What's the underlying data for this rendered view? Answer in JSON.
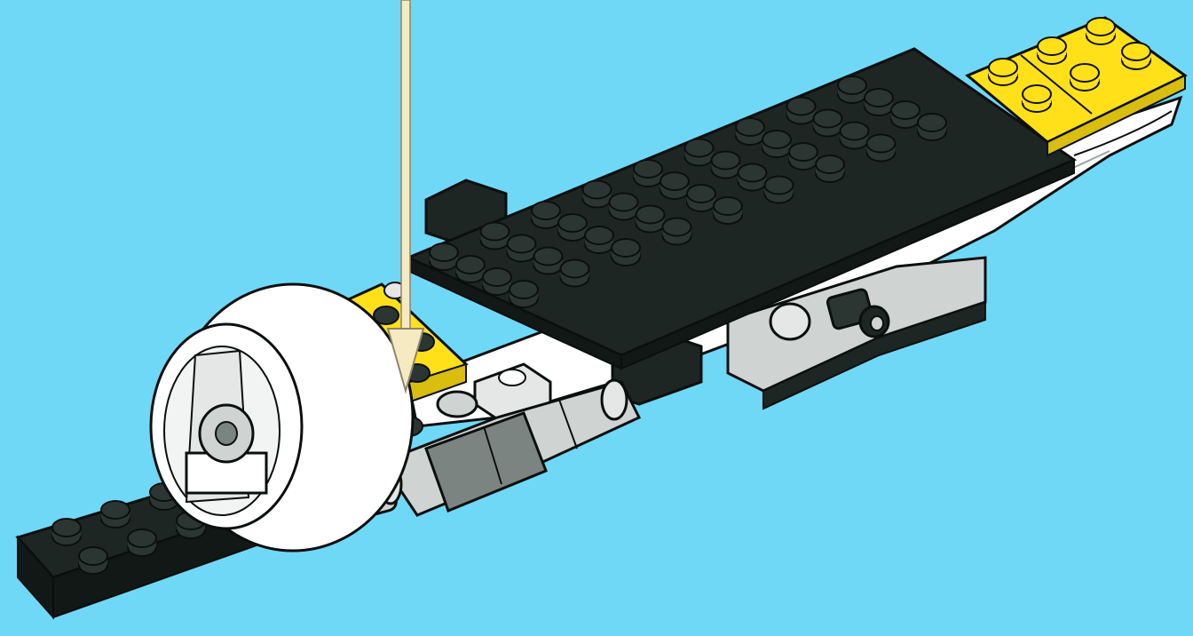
{
  "illustration": {
    "kind": "lego-building-instruction-step",
    "background_color": "#6fd8f7",
    "colors": {
      "black_brick": "#1d2623",
      "black_stud": "#2b3632",
      "yellow_brick": "#ffe019",
      "white_part": "#ffffff",
      "light_gray_part": "#cfd3d2",
      "dark_gray_part": "#7c8482",
      "outline": "#0b0f0e",
      "arrow": "#f6eac3"
    },
    "parts": [
      "black-top-plate",
      "black-rear-plate",
      "black-tile",
      "black-side-brick",
      "yellow-nose-plates",
      "yellow-center-plate",
      "white-hull",
      "white-wheel",
      "gray-engine-cylinder",
      "gray-axle-connector",
      "gray-technic-brick",
      "black-axle-pin",
      "placement-arrow"
    ]
  }
}
